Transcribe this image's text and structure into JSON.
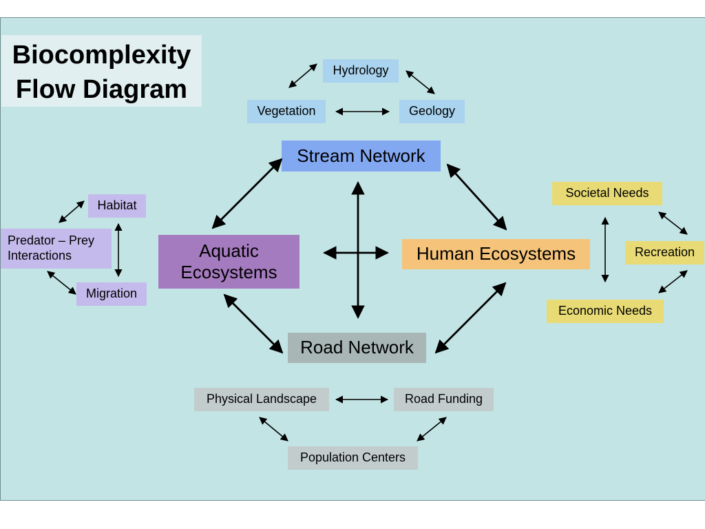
{
  "title": {
    "line1": "Biocomplexity",
    "line2": "Flow Diagram"
  },
  "nodes": {
    "hydrology": "Hydrology",
    "vegetation": "Vegetation",
    "geology": "Geology",
    "stream_network": "Stream Network",
    "habitat": "Habitat",
    "predator_prey": [
      "Predator – Prey",
      "Interactions"
    ],
    "migration": "Migration",
    "aquatic_ecosystems": [
      "Aquatic",
      "Ecosystems"
    ],
    "human_ecosystems": "Human Ecosystems",
    "societal_needs": "Societal  Needs",
    "recreation": "Recreation",
    "economic_needs": "Economic Needs",
    "road_network": "Road Network",
    "physical_landscape": "Physical Landscape",
    "road_funding": "Road Funding",
    "population_centers": "Population Centers"
  }
}
